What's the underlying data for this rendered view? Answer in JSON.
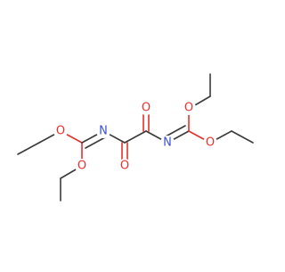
{
  "molecule": {
    "colors": {
      "carbon_bond": "#3a3a3a",
      "oxygen": "#e8302a",
      "nitrogen": "#3b52d4",
      "background": "#ffffff"
    },
    "atoms": {
      "o_left_upper": "O",
      "o_left_lower": "O",
      "n_left": "N",
      "o_carbonyl_left": "O",
      "o_carbonyl_right": "O",
      "n_right": "N",
      "o_right_upper": "O",
      "o_right_lower": "O"
    }
  }
}
